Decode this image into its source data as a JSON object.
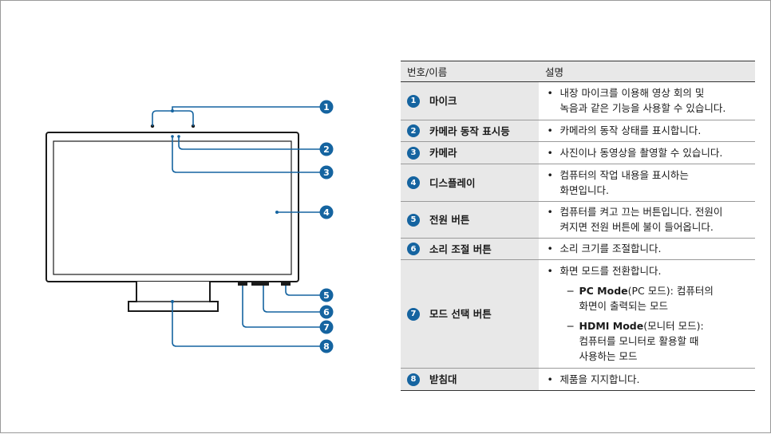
{
  "callouts": [
    "1",
    "2",
    "3",
    "4",
    "5",
    "6",
    "7",
    "8"
  ],
  "table": {
    "header": {
      "col_name": "번호/이름",
      "col_desc": "설명"
    },
    "rows": [
      {
        "num": "1",
        "name": "마이크",
        "desc": [
          "내장 마이크를 이용해 영상 회의 및",
          "녹음과 같은 기능을 사용할 수 있습니다."
        ]
      },
      {
        "num": "2",
        "name": "카메라 동작 표시등",
        "desc": [
          "카메라의 동작 상태를 표시합니다."
        ]
      },
      {
        "num": "3",
        "name": "카메라",
        "desc": [
          "사진이나 동영상을 촬영할 수 있습니다."
        ]
      },
      {
        "num": "4",
        "name": "디스플레이",
        "desc": [
          "컴퓨터의 작업 내용을 표시하는",
          "화면입니다."
        ]
      },
      {
        "num": "5",
        "name": "전원 버튼",
        "desc": [
          "컴퓨터를 켜고 끄는 버튼입니다. 전원이",
          "켜지면 전원 버튼에 불이 들어옵니다."
        ]
      },
      {
        "num": "6",
        "name": "소리 조절 버튼",
        "desc": [
          "소리 크기를 조절합니다."
        ]
      },
      {
        "num": "7",
        "name": "모드 선택 버튼",
        "desc": [
          "화면 모드를 전환합니다."
        ],
        "sub": [
          {
            "bold": "PC Mode",
            "rest": "(PC 모드): 컴퓨터의",
            "line2": "화면이 출력되는 모드"
          },
          {
            "bold": "HDMI Mode",
            "rest": "(모니터 모드):",
            "line2": "컴퓨터를 모니터로 활용할 때",
            "line3": "사용하는 모드"
          }
        ]
      },
      {
        "num": "8",
        "name": "받침대",
        "desc": [
          "제품을 지지합니다."
        ]
      }
    ]
  },
  "bullet_char": "•",
  "dash_char": "−",
  "colors": {
    "accent": "#1564a0",
    "header_bg": "#e8e8e8",
    "line": "#1a1a1a"
  }
}
